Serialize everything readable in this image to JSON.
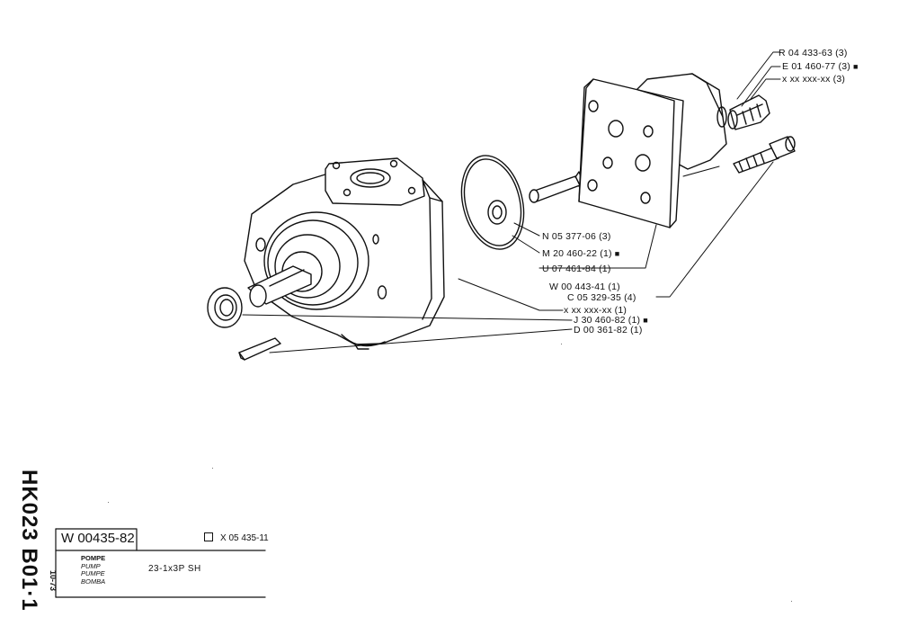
{
  "callouts": [
    {
      "text": "R 04 433-63 (3)",
      "mark": ""
    },
    {
      "text": "E 01 460-77 (3)",
      "mark": "■"
    },
    {
      "text": "x xx xxx-xx (3)",
      "mark": ""
    },
    {
      "text": "N 05 377-06 (3)",
      "mark": ""
    },
    {
      "text": "M 20 460-22 (1)",
      "mark": "■"
    },
    {
      "text": "U 07 461-84 (1)",
      "mark": ""
    },
    {
      "text": "W 00 443-41 (1)",
      "mark": ""
    },
    {
      "text": "C 05 329-35 (4)",
      "mark": ""
    },
    {
      "text": "x xx xxx-xx (1)",
      "mark": ""
    },
    {
      "text": "J 30 460-82 (1)",
      "mark": "■"
    },
    {
      "text": "D 00 361-82 (1)",
      "mark": ""
    }
  ],
  "side_code": {
    "main": "HK023 B01·1",
    "date": "10-73"
  },
  "title_block": {
    "drawing_number": "W 00435-82",
    "reference": "X 05 435-11",
    "names": [
      "POMPE",
      "PUMP",
      "PUMPE",
      "BOMBA"
    ],
    "model": "23-1x3P  SH"
  },
  "colors": {
    "ink": "#111111",
    "paper": "#ffffff"
  }
}
